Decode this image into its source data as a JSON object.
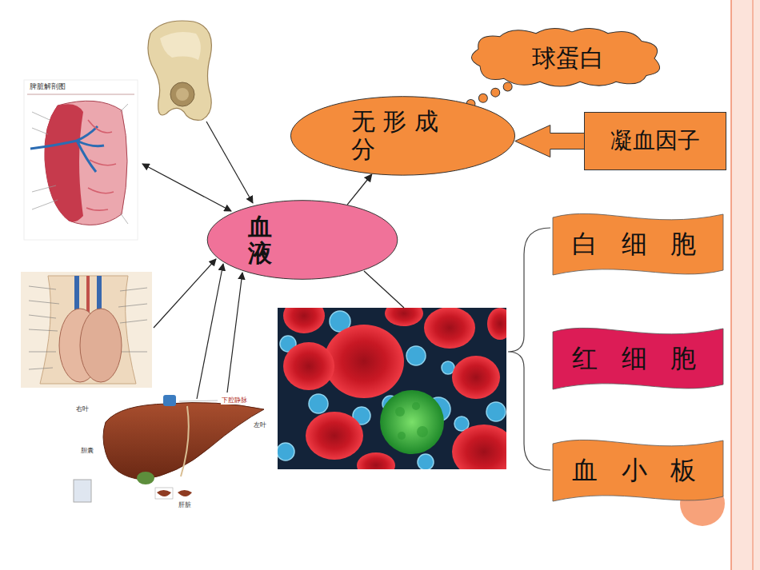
{
  "diagram": {
    "nodes": [
      {
        "text": [
          "球蛋白"
        ]
      },
      {
        "text": [
          "无 形 成 分"
        ]
      },
      {
        "text": [
          "凝血因子"
        ]
      },
      {
        "text": [
          "血液"
        ]
      },
      {
        "text": [
          "白 细 胞"
        ]
      },
      {
        "text": [
          "红 细 胞"
        ]
      },
      {
        "text": [
          "血 小 板"
        ]
      }
    ],
    "edges": [
      {
        "from": 3,
        "to": 1,
        "arrow": "to"
      },
      {
        "from": 2,
        "to": 1,
        "arrow": "to"
      },
      {
        "from": 1,
        "to": 0,
        "arrow": "none"
      }
    ],
    "labels": [
      "脾脏解剖图",
      "下腔静脉",
      "右叶",
      "左叶",
      "胆囊",
      "肝脏"
    ]
  }
}
